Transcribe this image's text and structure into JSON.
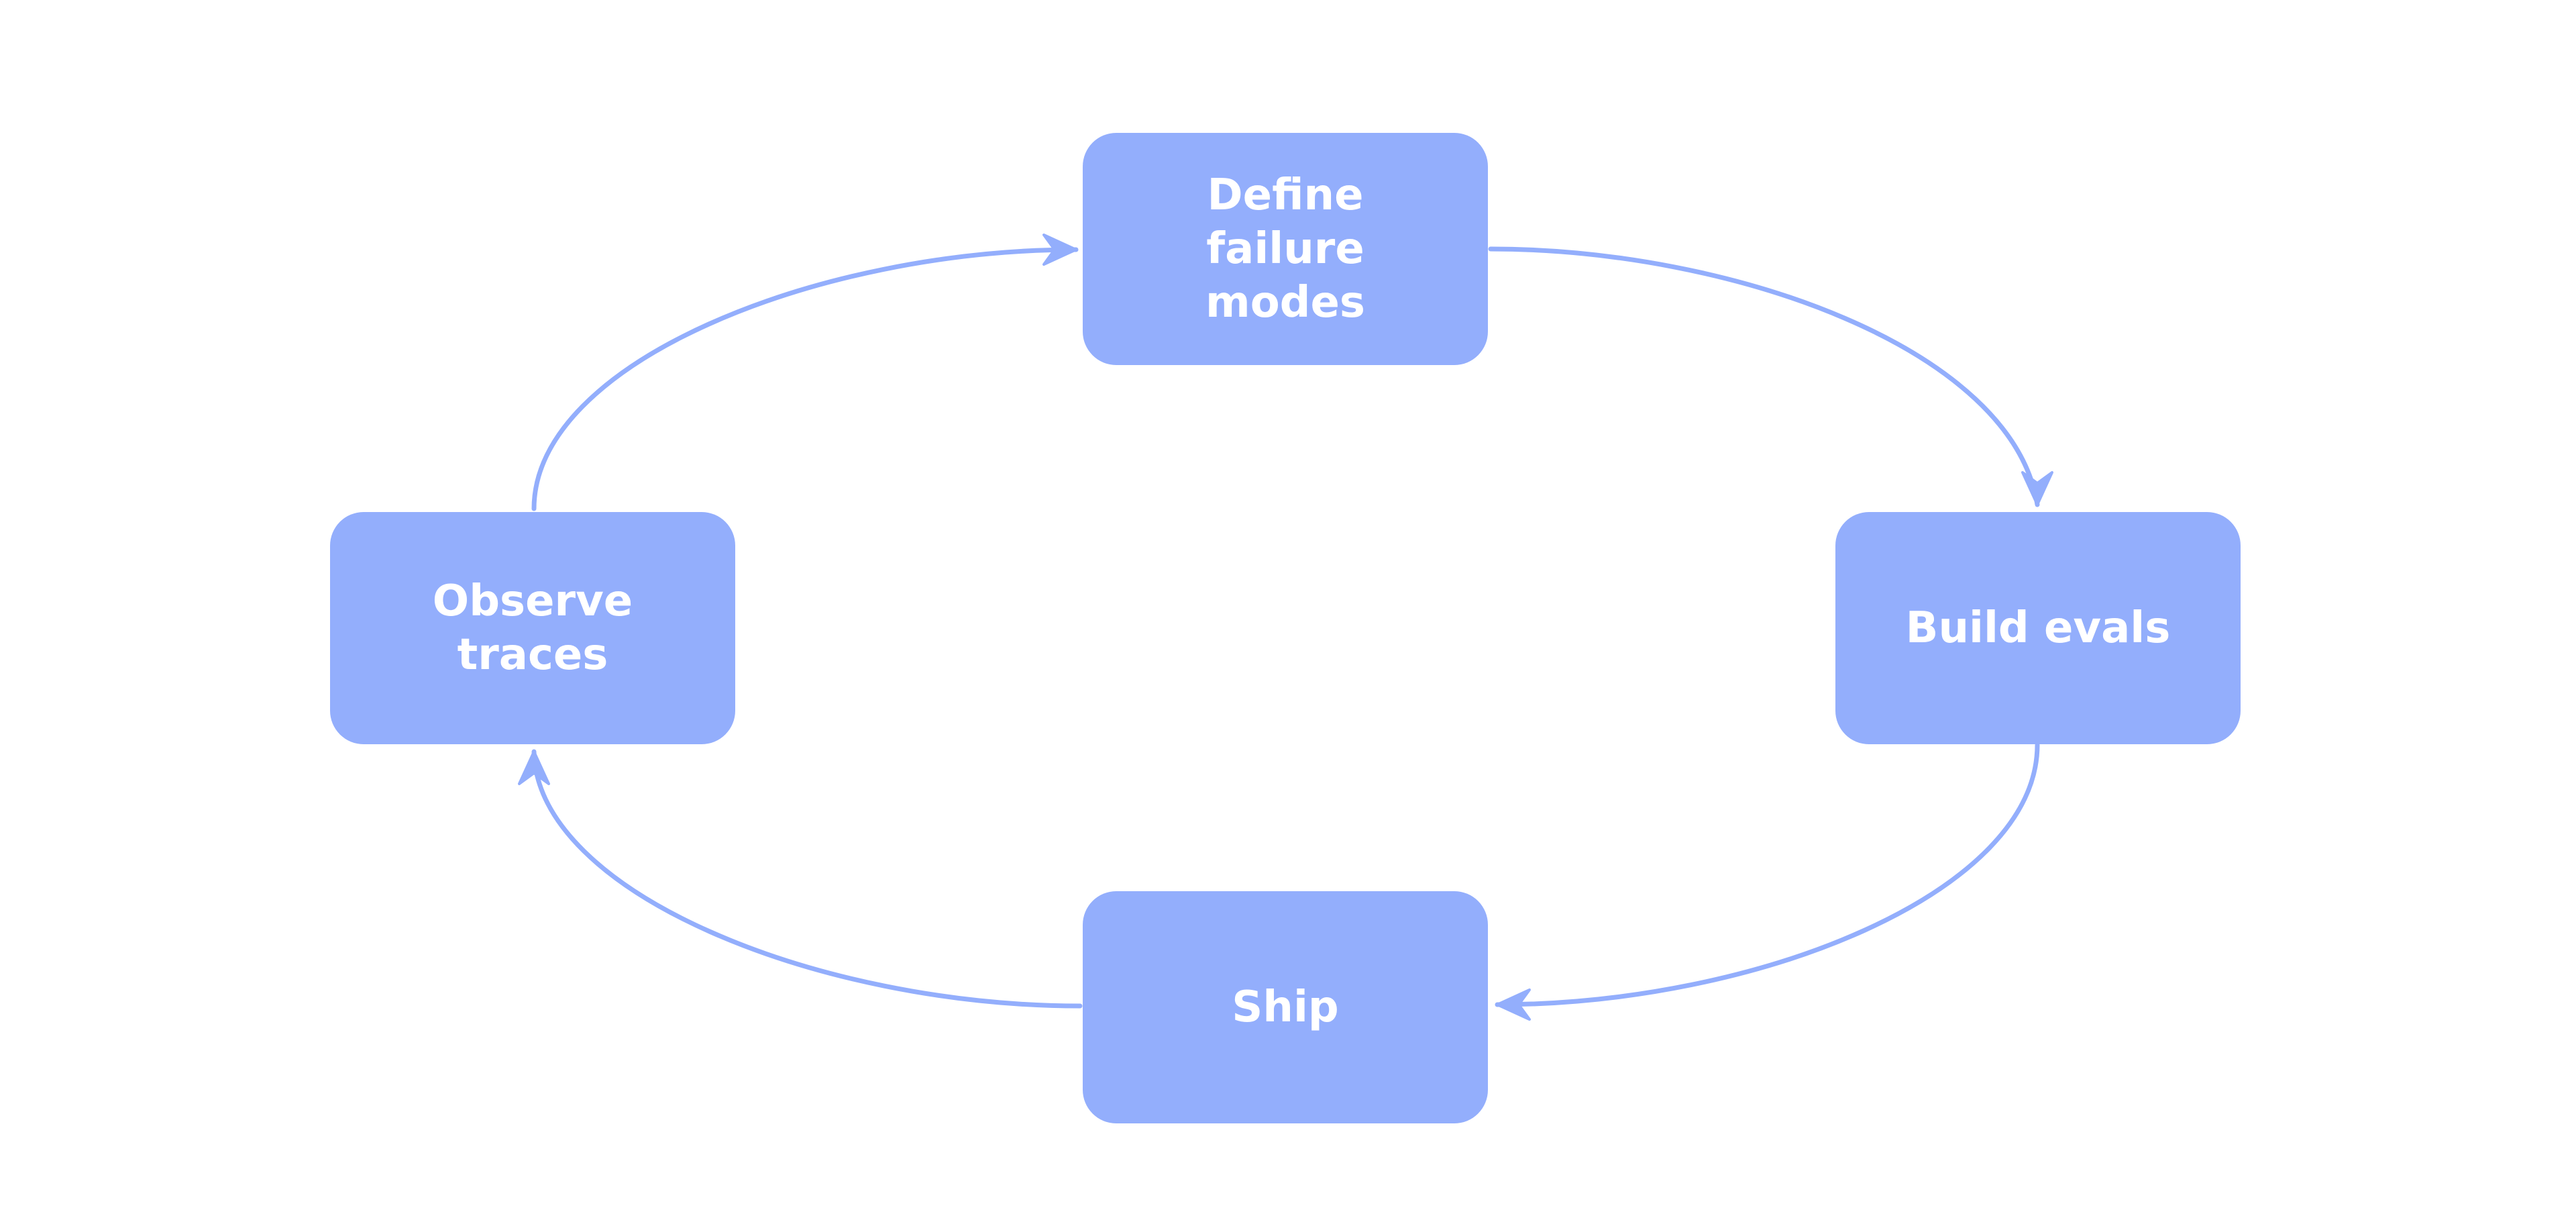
{
  "diagram": {
    "type": "cycle",
    "colors": {
      "background": "#ffffff",
      "node_fill": "#93aefc",
      "node_text": "#ffffff",
      "connector": "#93aefc"
    },
    "nodes": [
      {
        "id": "define",
        "label": "Define failure\nmodes"
      },
      {
        "id": "build",
        "label": "Build evals"
      },
      {
        "id": "ship",
        "label": "Ship"
      },
      {
        "id": "observe",
        "label": "Observe\ntraces"
      }
    ],
    "edges": [
      {
        "from": "define",
        "to": "build"
      },
      {
        "from": "build",
        "to": "ship"
      },
      {
        "from": "ship",
        "to": "observe"
      },
      {
        "from": "observe",
        "to": "define"
      }
    ]
  }
}
